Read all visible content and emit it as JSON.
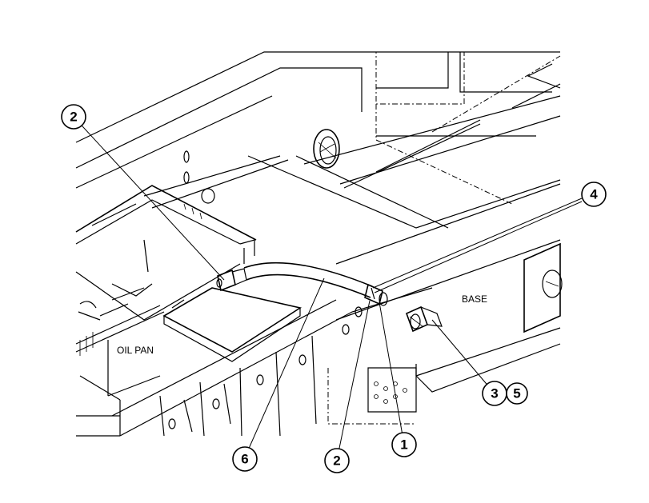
{
  "labels": {
    "base": "BASE",
    "oil_pan": "OIL PAN"
  },
  "callouts": [
    {
      "id": "c-2-top",
      "text": "2"
    },
    {
      "id": "c-4",
      "text": "4"
    },
    {
      "id": "c-3",
      "text": "3"
    },
    {
      "id": "c-5",
      "text": "5"
    },
    {
      "id": "c-1",
      "text": "1"
    },
    {
      "id": "c-2-bottom",
      "text": "2"
    },
    {
      "id": "c-6",
      "text": "6"
    }
  ]
}
